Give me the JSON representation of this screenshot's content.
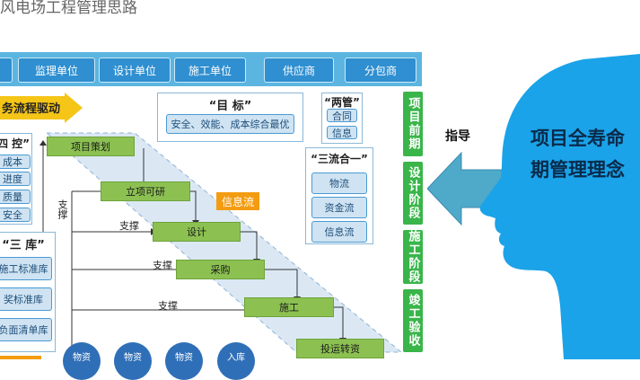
{
  "title": "风电场工程管理思路",
  "top_units": [
    "监理单位",
    "设计单位",
    "施工单位",
    "供应商",
    "分包商"
  ],
  "flow_arrow_label": "务流程驱动",
  "goal": {
    "heading": "“目 标”",
    "item": "安全、效能、成本综合最优"
  },
  "two_controls": {
    "heading": "“两管”",
    "items": [
      "合同",
      "信息"
    ]
  },
  "three_flows": {
    "heading": "“三流合一”",
    "items": [
      "物流",
      "资金流",
      "信息流"
    ]
  },
  "four_controls": {
    "heading": "四 控”",
    "items": [
      "成本",
      "进度",
      "质量",
      "安全"
    ]
  },
  "three_libraries": {
    "heading": "“三 库”",
    "items": [
      "施工标准库",
      "奖标准库",
      "负面清单库"
    ]
  },
  "stages": [
    "项目策划",
    "立项可研",
    "设计",
    "采购",
    "施工",
    "投运转资"
  ],
  "support_label": "支撑",
  "info_flow_label": "信息流",
  "phase_tabs": [
    "项目前期",
    "设计阶段",
    "施工阶段",
    "竣工验收"
  ],
  "guide_label": "指导",
  "head_text": [
    "项目全寿命",
    "期管理理念"
  ],
  "bottom_circles": [
    "物资",
    "物资",
    "物资",
    "入库"
  ],
  "colors": {
    "top_bar": "#5bb5e0",
    "button": "#2f8fd0",
    "stage_green": "#8cc152",
    "tab_green": "#39b54a",
    "head_blue": "#1aa3e8",
    "arrow_yellow": "#f5c518",
    "info_orange": "#f39c12"
  }
}
